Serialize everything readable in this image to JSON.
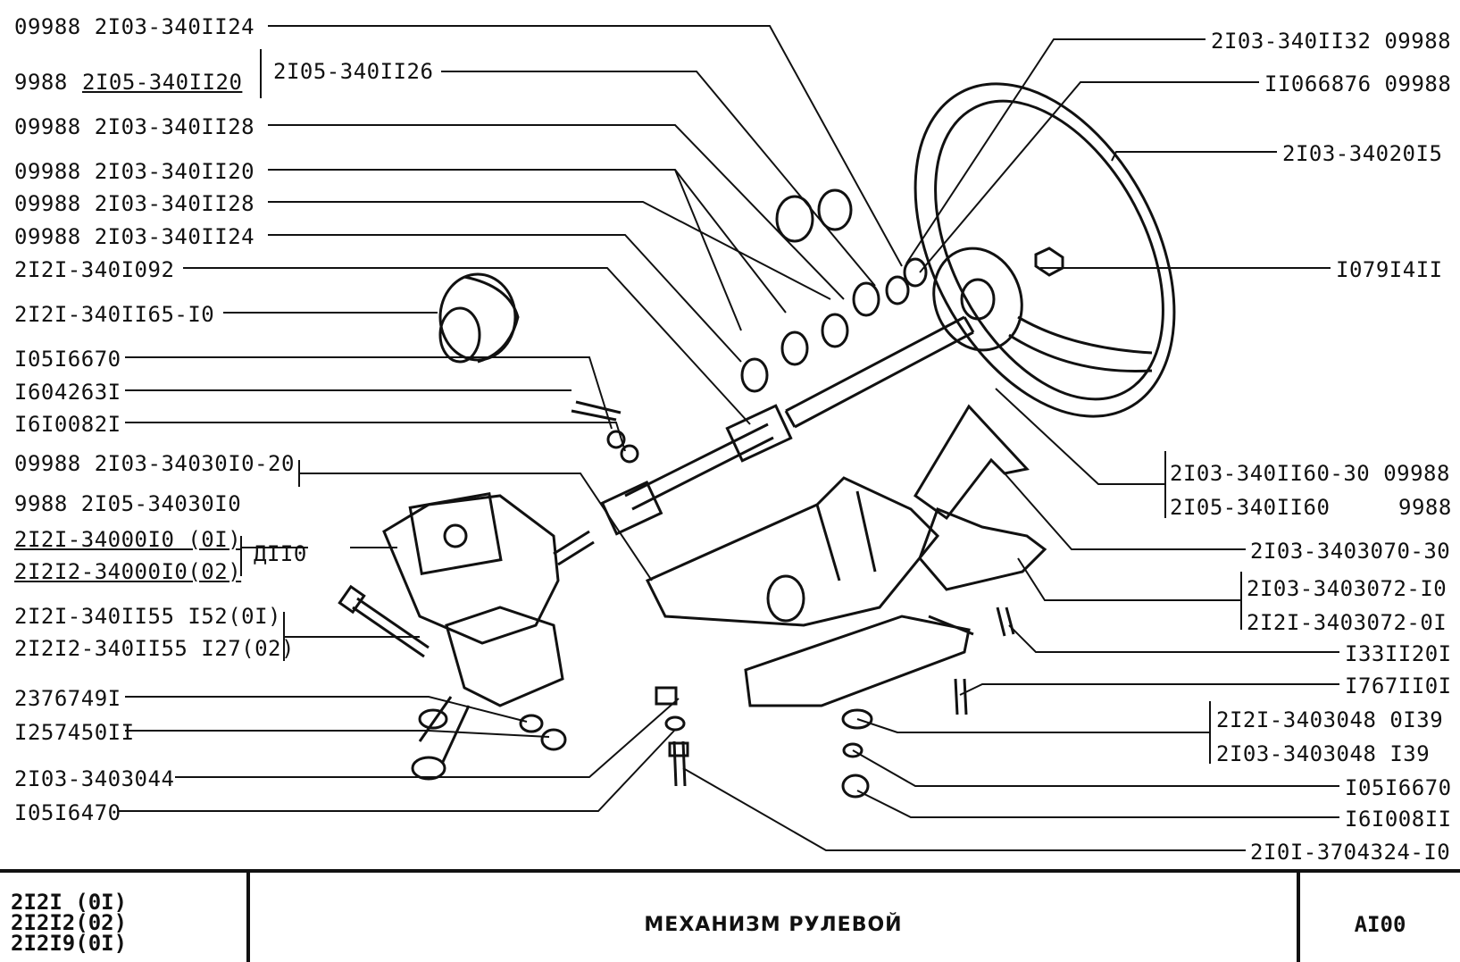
{
  "labels_left": [
    {
      "id": "l1",
      "text": "09988 2I03-340II24"
    },
    {
      "id": "l2a",
      "text": "9988"
    },
    {
      "id": "l2b",
      "text": "2I05-340II20"
    },
    {
      "id": "l3",
      "text": "2I05-340II26"
    },
    {
      "id": "l4",
      "text": "09988 2I03-340II28"
    },
    {
      "id": "l5",
      "text": "09988 2I03-340II20"
    },
    {
      "id": "l6",
      "text": "09988 2I03-340II28"
    },
    {
      "id": "l7",
      "text": "09988 2I03-340II24"
    },
    {
      "id": "l8",
      "text": "2I2I-340I092"
    },
    {
      "id": "l9",
      "text": "2I2I-340II65-I0"
    },
    {
      "id": "l10",
      "text": "I05I6670"
    },
    {
      "id": "l11",
      "text": "I604263I"
    },
    {
      "id": "l12",
      "text": "I6I0082I"
    },
    {
      "id": "l13",
      "text": "09988 2I03-34030I0-20"
    },
    {
      "id": "l14",
      "text": "9988  2I05-34030I0"
    },
    {
      "id": "l15",
      "text": "2I2I-34000I0 (0I)"
    },
    {
      "id": "l16",
      "text": "2I2I2-34000I0(02)"
    },
    {
      "id": "l17",
      "text": "ДII0"
    },
    {
      "id": "l18",
      "text": "2I2I-340II55  I52(0I)"
    },
    {
      "id": "l19",
      "text": "2I2I2-340II55 I27(02)"
    },
    {
      "id": "l20",
      "text": "2376749I"
    },
    {
      "id": "l21",
      "text": "I257450II"
    },
    {
      "id": "l22",
      "text": "2I03-3403044"
    },
    {
      "id": "l23",
      "text": "I05I6470"
    }
  ],
  "labels_right": [
    {
      "id": "r1",
      "text": "2I03-340II32 09988"
    },
    {
      "id": "r2",
      "text": "II066876 09988"
    },
    {
      "id": "r3",
      "text": "2I03-34020I5"
    },
    {
      "id": "r4",
      "text": "I079I4II"
    },
    {
      "id": "r5",
      "text": "2I03-340II60-30 09988"
    },
    {
      "id": "r6a",
      "text": "2I05-340II60"
    },
    {
      "id": "r6b",
      "text": "9988"
    },
    {
      "id": "r7",
      "text": "2I03-3403070-30"
    },
    {
      "id": "r8",
      "text": "2I03-3403072-I0"
    },
    {
      "id": "r9",
      "text": "2I2I-3403072-0I"
    },
    {
      "id": "r10",
      "text": "I33II20I"
    },
    {
      "id": "r11",
      "text": "I767II0I"
    },
    {
      "id": "r12",
      "text": "2I2I-3403048 0I39"
    },
    {
      "id": "r13",
      "text": "2I03-3403048  I39"
    },
    {
      "id": "r14",
      "text": "I05I6670"
    },
    {
      "id": "r15",
      "text": "I6I008II"
    },
    {
      "id": "r16",
      "text": "2I0I-3704324-I0"
    }
  ],
  "title_block": {
    "models": [
      "2I2I (0I)",
      "2I2I2(02)",
      "2I2I9(0I)"
    ],
    "title": "МЕХАНИЗМ РУЛЕВОЙ",
    "code": "AI00"
  }
}
